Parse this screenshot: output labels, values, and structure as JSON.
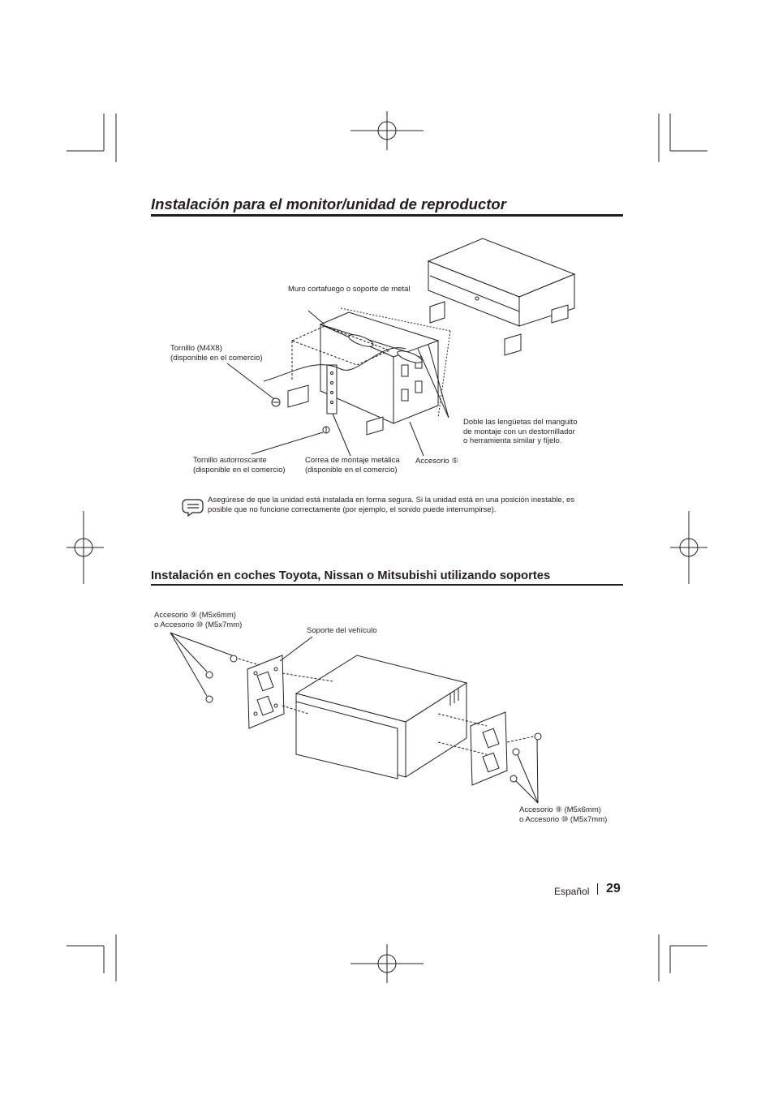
{
  "section1": {
    "title": "Instalación para el monitor/unidad de reproductor",
    "labels": {
      "firewall": "Muro cortafuego o soporte de metal",
      "screw_m4x8": "Tornillo (M4X8)\n(disponible en el comercio)",
      "bend_tabs": "Doble las lengüetas del manguito\nde montaje con un destornillador\no herramienta similar y fíjelo.",
      "self_tapping_screw": "Tornillo autorroscante\n(disponible en el comercio)",
      "metal_strap": "Correa de montaje metálica\n(disponible en el comercio)",
      "accessory5": "Accesorio ⑤"
    },
    "note": "Asegúrese de que la unidad está instalada en forma segura. Si la unidad está en una posición inestable, es posible que no funcione correctamente (por ejemplo, el sonido puede interrumpirse)."
  },
  "section2": {
    "title": "Instalación en coches Toyota, Nissan o Mitsubishi utilizando soportes",
    "labels": {
      "accessory_screws_left": "Accesorio ⑨ (M5x6mm)\no Accesorio ⑩ (M5x7mm)",
      "vehicle_bracket": "Soporte del vehículo",
      "accessory_screws_right": "Accesorio ⑨ (M5x6mm)\no Accesorio ⑩ (M5x7mm)"
    }
  },
  "footer": {
    "language": "Español",
    "page_number": "29"
  },
  "icons": [
    "registration-mark-icon",
    "crop-mark-icon",
    "note-icon"
  ],
  "colors": {
    "ink": "#231f20"
  }
}
